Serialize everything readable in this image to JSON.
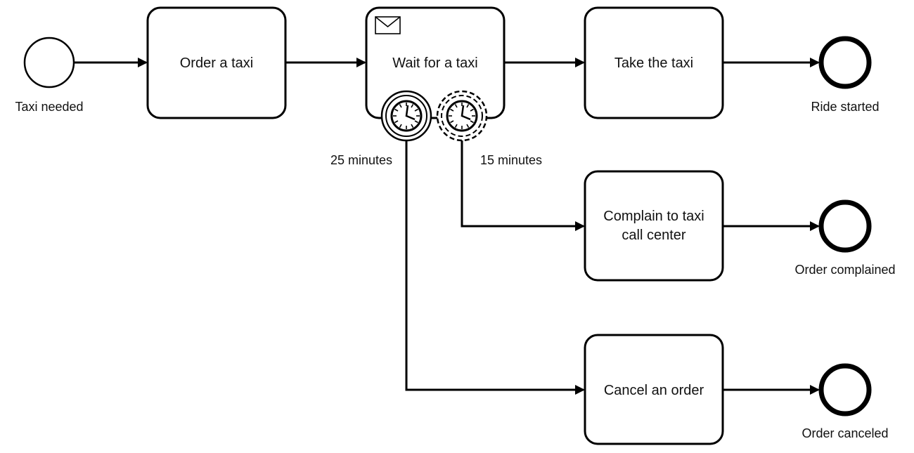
{
  "diagram": {
    "events": {
      "start": {
        "label": "Taxi needed",
        "icon": "start-event-icon"
      },
      "end_ride": {
        "label": "Ride started",
        "icon": "end-event-icon"
      },
      "end_complained": {
        "label": "Order complained",
        "icon": "end-event-icon"
      },
      "end_canceled": {
        "label": "Order canceled",
        "icon": "end-event-icon"
      }
    },
    "tasks": {
      "order": {
        "label": "Order a taxi"
      },
      "wait": {
        "label": "Wait for a taxi",
        "icon": "envelope-icon"
      },
      "take": {
        "label": "Take the taxi"
      },
      "complain": {
        "label_line1": "Complain to taxi",
        "label_line2": "call center"
      },
      "cancel": {
        "label": "Cancel an order"
      }
    },
    "boundary_timers": {
      "interrupting": {
        "label": "25 minutes",
        "icon": "timer-icon"
      },
      "non_interrupting": {
        "label": "15 minutes",
        "icon": "timer-icon"
      }
    }
  }
}
